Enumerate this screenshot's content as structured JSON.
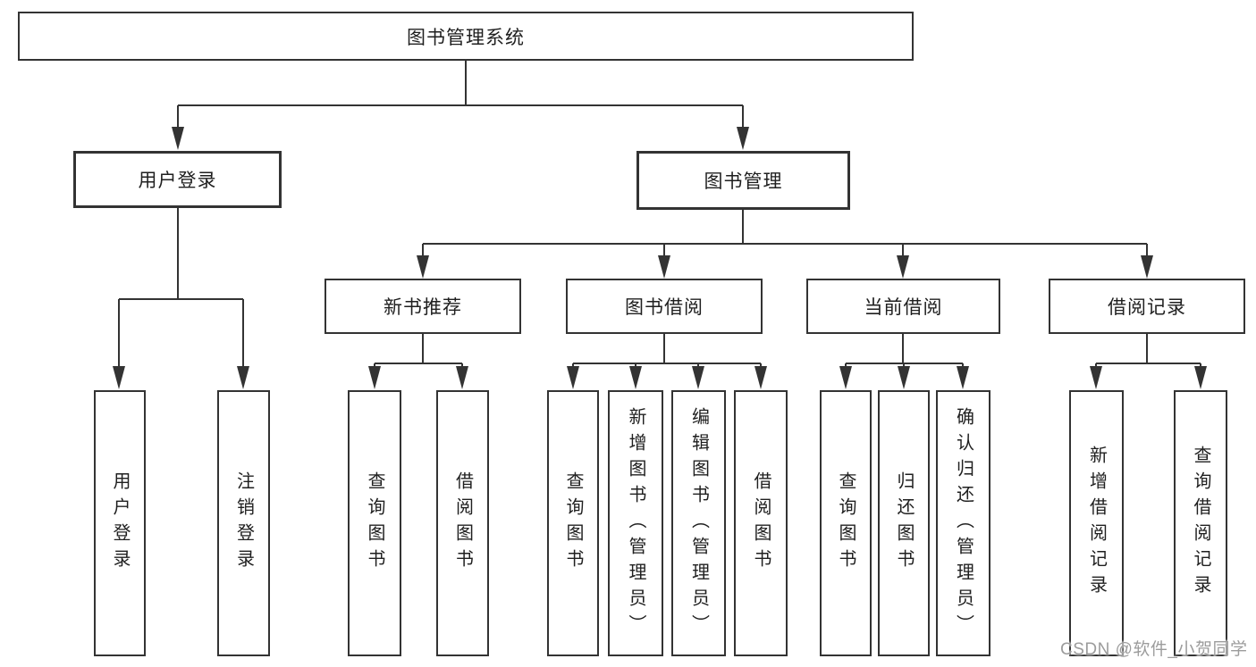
{
  "diagram": {
    "root": {
      "label": "图书管理系统"
    },
    "branches": [
      {
        "label": "用户登录",
        "children": [
          {
            "label": "用户登录"
          },
          {
            "label": "注销登录"
          }
        ]
      },
      {
        "label": "图书管理",
        "sections": [
          {
            "label": "新书推荐",
            "children": [
              {
                "label": "查询图书"
              },
              {
                "label": "借阅图书"
              }
            ]
          },
          {
            "label": "图书借阅",
            "children": [
              {
                "label": "查询图书"
              },
              {
                "label": "新增图书（管理员）"
              },
              {
                "label": "编辑图书（管理员）"
              },
              {
                "label": "借阅图书"
              }
            ]
          },
          {
            "label": "当前借阅",
            "children": [
              {
                "label": "查询图书"
              },
              {
                "label": "归还图书"
              },
              {
                "label": "确认归还（管理员）"
              }
            ]
          },
          {
            "label": "借阅记录",
            "children": [
              {
                "label": "新增借阅记录"
              },
              {
                "label": "查询借阅记录"
              }
            ]
          }
        ]
      }
    ],
    "watermark": "CSDN @软件_小贺同学",
    "colors": {
      "line": "#333333",
      "box_border": "#333333",
      "text": "#1f1f1f",
      "watermark": "#9c9c9c",
      "background": "#ffffff"
    }
  }
}
